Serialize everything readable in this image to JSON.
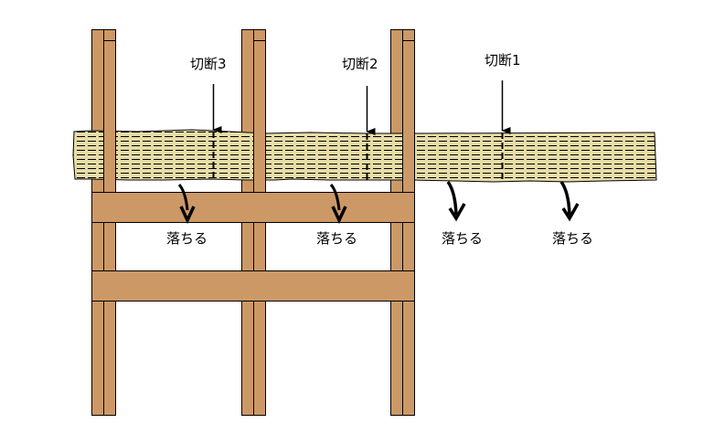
{
  "colors": {
    "wood": "#cc9966",
    "slab": "#e6dca6",
    "line": "#000000"
  },
  "cuts": [
    {
      "label": "切断3"
    },
    {
      "label": "切断2"
    },
    {
      "label": "切断1"
    }
  ],
  "falls": [
    {
      "label": "落ちる"
    },
    {
      "label": "落ちる"
    },
    {
      "label": "落ちる"
    },
    {
      "label": "落ちる"
    }
  ]
}
